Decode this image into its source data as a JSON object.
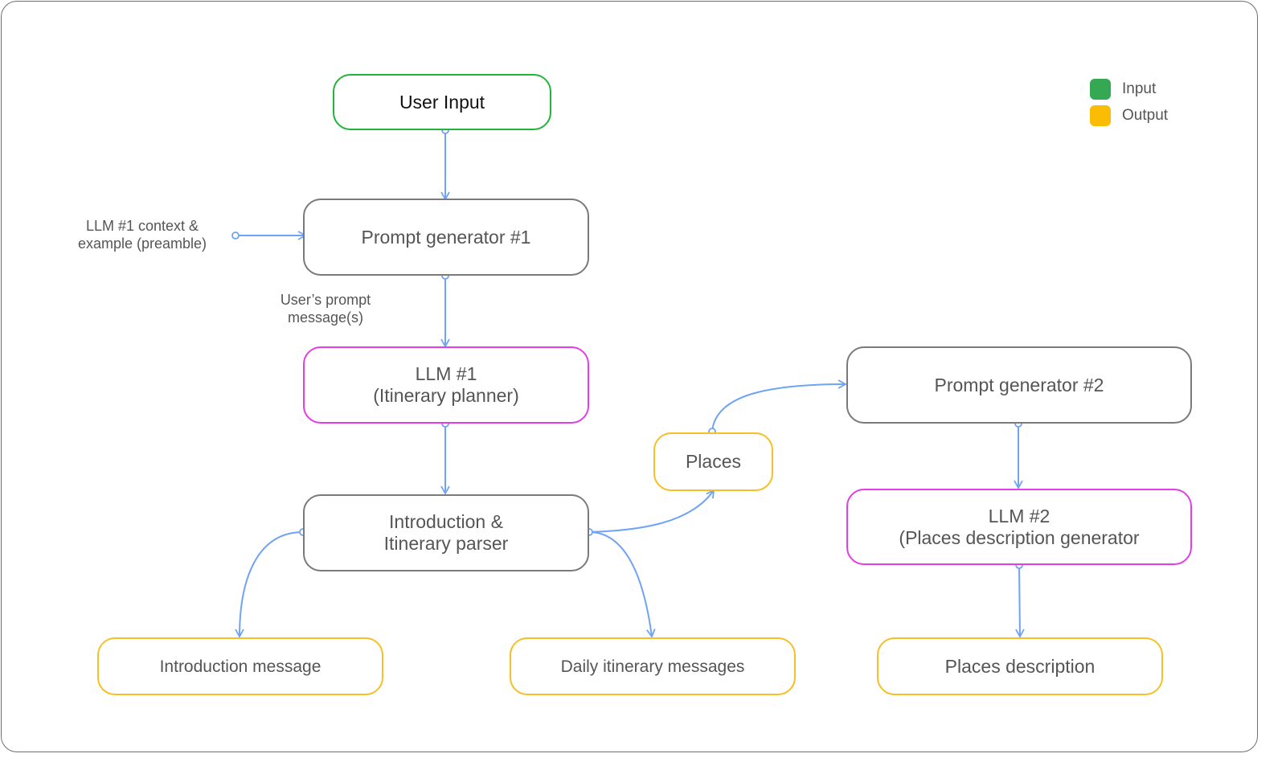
{
  "legend": {
    "items": [
      {
        "label": "Input",
        "color": "#34a853"
      },
      {
        "label": "Output",
        "color": "#fbbc04"
      }
    ]
  },
  "nodes": {
    "user_input": "User Input",
    "prompt_gen_1": "Prompt generator #1",
    "llm1_line1": "LLM #1",
    "llm1_line2": "(Itinerary planner)",
    "parser_line1": "Introduction &",
    "parser_line2": "Itinerary parser",
    "intro_message": "Introduction message",
    "daily_messages": "Daily itinerary messages",
    "places": "Places",
    "prompt_gen_2": "Prompt generator #2",
    "llm2_line1": "LLM #2",
    "llm2_line2": "(Places description generator",
    "places_description": "Places description"
  },
  "notes": {
    "preamble_line1": "LLM #1 context &",
    "preamble_line2": "example (preamble)",
    "prompt_msgs_line1": "User’s prompt",
    "prompt_msgs_line2": "message(s)"
  },
  "colors": {
    "connector": "#6fa3f5",
    "gray_border": "#7a7a7a",
    "input_border": "#22b33a",
    "llm_border": "#e23de6",
    "output_border": "#f6bf26"
  }
}
